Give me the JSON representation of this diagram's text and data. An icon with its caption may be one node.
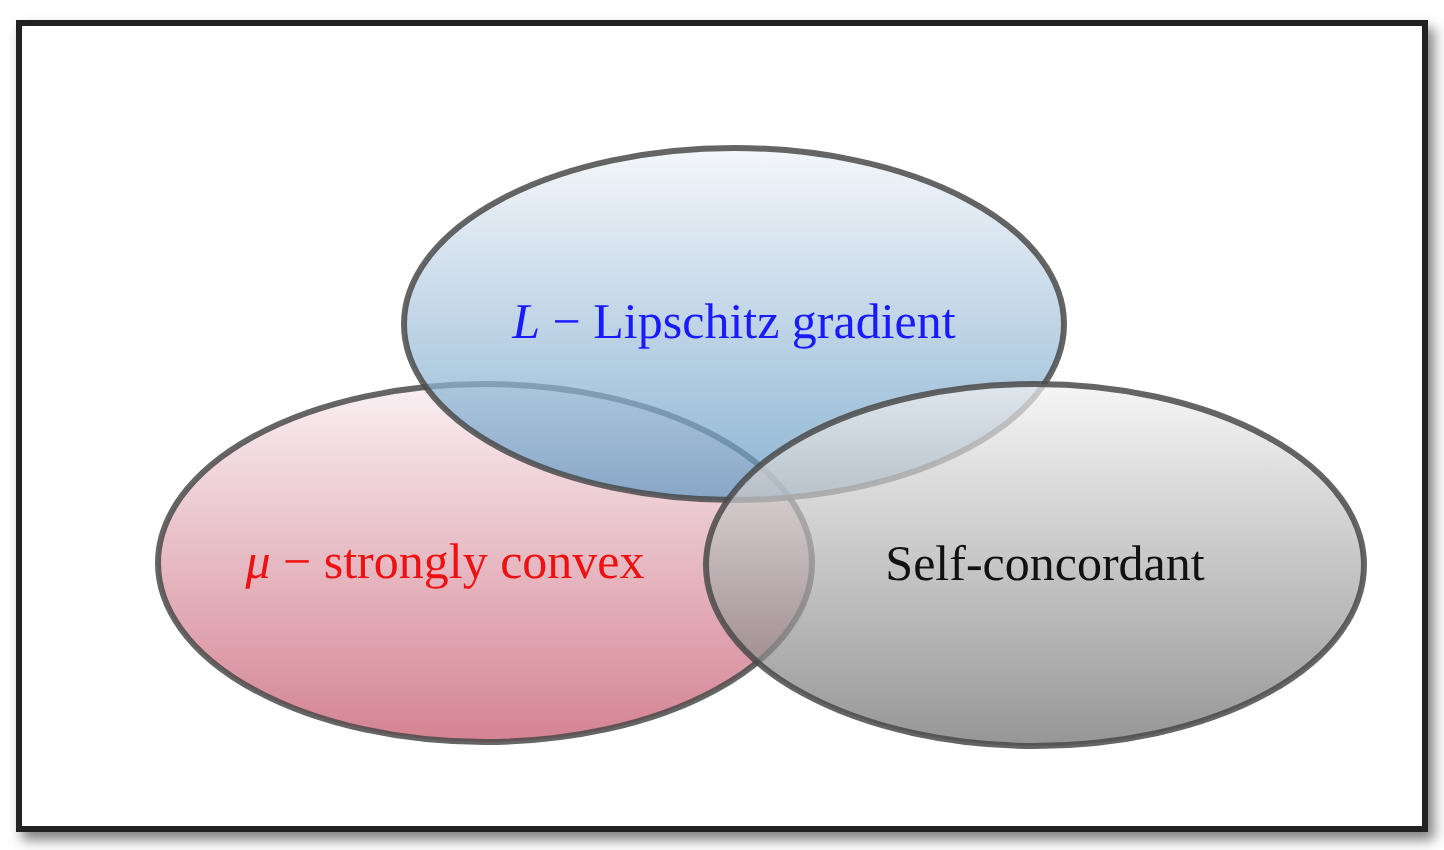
{
  "diagram": {
    "nodes": [
      {
        "text": [
          "*L* − Lipschitz gradient"
        ]
      },
      {
        "text": [
          "*μ* − strongly convex"
        ]
      },
      {
        "text": [
          "Self-concordant"
        ]
      }
    ]
  }
}
